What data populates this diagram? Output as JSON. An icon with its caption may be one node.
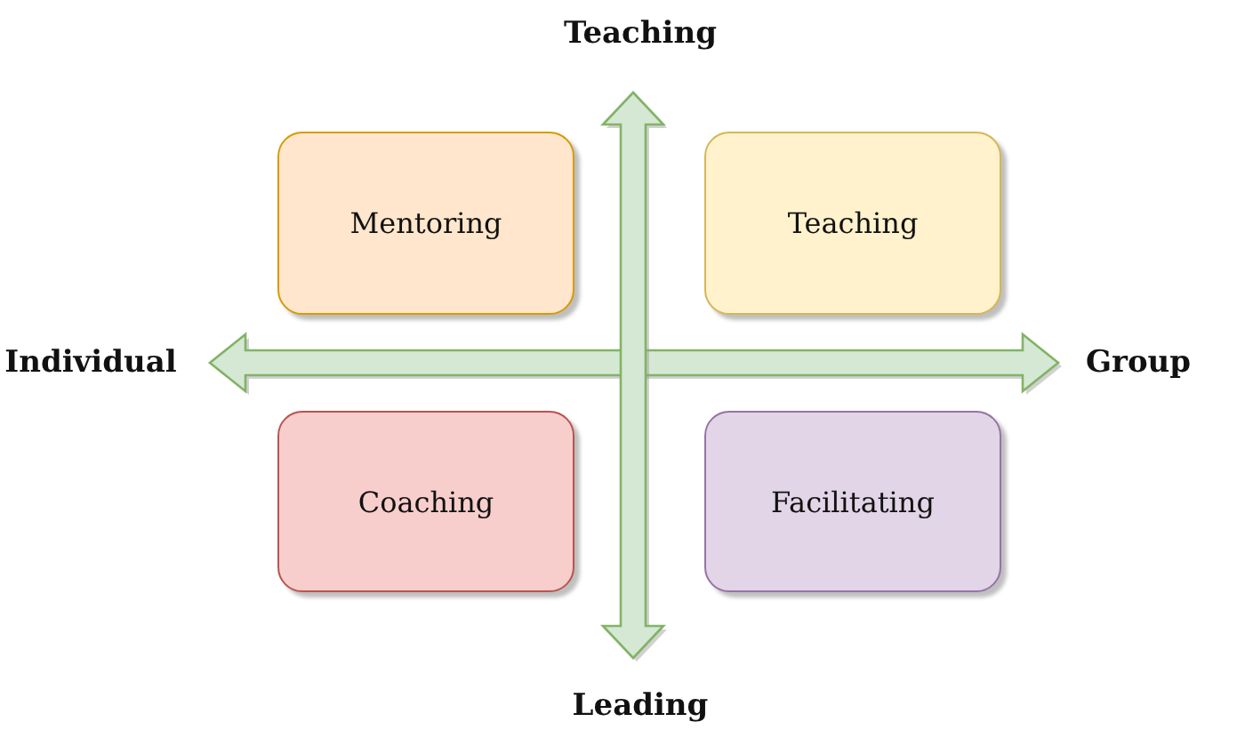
{
  "diagram": {
    "nodes": [
      {
        "text": [
          "Mentoring"
        ]
      },
      {
        "text": [
          "Teaching"
        ]
      },
      {
        "text": [
          "Coaching"
        ]
      },
      {
        "text": [
          "Facilitating"
        ]
      }
    ],
    "labels": [
      "Teaching",
      "Individual",
      "Group",
      "Leading"
    ]
  }
}
